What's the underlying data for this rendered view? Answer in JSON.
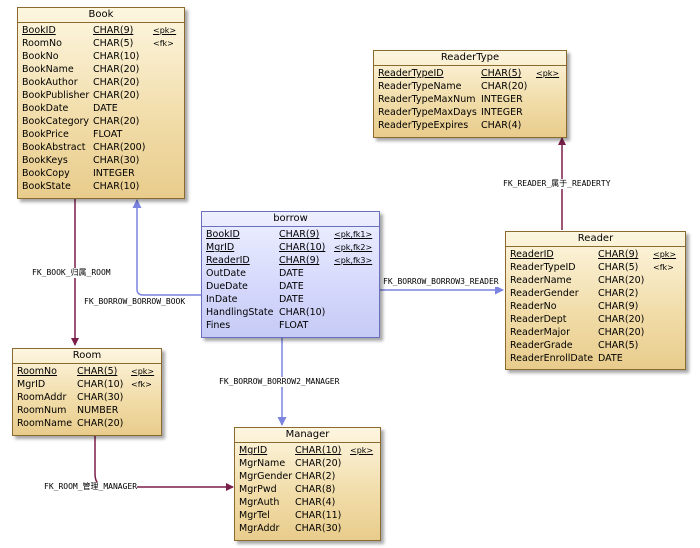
{
  "entities": {
    "book": {
      "title": "Book",
      "rows": [
        {
          "name": "BookID",
          "type": "CHAR(9)",
          "key": "<pk>",
          "pk": true
        },
        {
          "name": "RoomNo",
          "type": "CHAR(5)",
          "key": "<fk>",
          "pk": false
        },
        {
          "name": "BookNo",
          "type": "CHAR(10)",
          "key": "",
          "pk": false
        },
        {
          "name": "BookName",
          "type": "CHAR(20)",
          "key": "",
          "pk": false
        },
        {
          "name": "BookAuthor",
          "type": "CHAR(20)",
          "key": "",
          "pk": false
        },
        {
          "name": "BookPublisher",
          "type": "CHAR(20)",
          "key": "",
          "pk": false
        },
        {
          "name": "BookDate",
          "type": "DATE",
          "key": "",
          "pk": false
        },
        {
          "name": "BookCategory",
          "type": "CHAR(20)",
          "key": "",
          "pk": false
        },
        {
          "name": "BookPrice",
          "type": "FLOAT",
          "key": "",
          "pk": false
        },
        {
          "name": "BookAbstract",
          "type": "CHAR(200)",
          "key": "",
          "pk": false
        },
        {
          "name": "BookKeys",
          "type": "CHAR(30)",
          "key": "",
          "pk": false
        },
        {
          "name": "BookCopy",
          "type": "INTEGER",
          "key": "",
          "pk": false
        },
        {
          "name": "BookState",
          "type": "CHAR(10)",
          "key": "",
          "pk": false
        }
      ]
    },
    "reader_type": {
      "title": "ReaderType",
      "rows": [
        {
          "name": "ReaderTypeID",
          "type": "CHAR(5)",
          "key": "<pk>",
          "pk": true
        },
        {
          "name": "ReaderTypeName",
          "type": "CHAR(20)",
          "key": "",
          "pk": false
        },
        {
          "name": "ReaderTypeMaxNum",
          "type": "INTEGER",
          "key": "",
          "pk": false
        },
        {
          "name": "ReaderTypeMaxDays",
          "type": "INTEGER",
          "key": "",
          "pk": false
        },
        {
          "name": "ReaderTypeExpires",
          "type": "CHAR(4)",
          "key": "",
          "pk": false
        }
      ]
    },
    "borrow": {
      "title": "borrow",
      "rows": [
        {
          "name": "BookID",
          "type": "CHAR(9)",
          "key": "<pk,fk1>",
          "pk": true
        },
        {
          "name": "MgrID",
          "type": "CHAR(10)",
          "key": "<pk,fk2>",
          "pk": true
        },
        {
          "name": "ReaderID",
          "type": "CHAR(9)",
          "key": "<pk,fk3>",
          "pk": true
        },
        {
          "name": "OutDate",
          "type": "DATE",
          "key": "",
          "pk": false
        },
        {
          "name": "DueDate",
          "type": "DATE",
          "key": "",
          "pk": false
        },
        {
          "name": "InDate",
          "type": "DATE",
          "key": "",
          "pk": false
        },
        {
          "name": "HandlingState",
          "type": "CHAR(10)",
          "key": "",
          "pk": false
        },
        {
          "name": "Fines",
          "type": "FLOAT",
          "key": "",
          "pk": false
        }
      ]
    },
    "reader": {
      "title": "Reader",
      "rows": [
        {
          "name": "ReaderID",
          "type": "CHAR(9)",
          "key": "<pk>",
          "pk": true
        },
        {
          "name": "ReaderTypeID",
          "type": "CHAR(5)",
          "key": "<fk>",
          "pk": false
        },
        {
          "name": "ReaderName",
          "type": "CHAR(20)",
          "key": "",
          "pk": false
        },
        {
          "name": "ReaderGender",
          "type": "CHAR(2)",
          "key": "",
          "pk": false
        },
        {
          "name": "ReaderNo",
          "type": "CHAR(9)",
          "key": "",
          "pk": false
        },
        {
          "name": "ReaderDept",
          "type": "CHAR(20)",
          "key": "",
          "pk": false
        },
        {
          "name": "ReaderMajor",
          "type": "CHAR(20)",
          "key": "",
          "pk": false
        },
        {
          "name": "ReaderGrade",
          "type": "CHAR(5)",
          "key": "",
          "pk": false
        },
        {
          "name": "ReaderEnrollDate",
          "type": "DATE",
          "key": "",
          "pk": false
        }
      ]
    },
    "room": {
      "title": "Room",
      "rows": [
        {
          "name": "RoomNo",
          "type": "CHAR(5)",
          "key": "<pk>",
          "pk": true
        },
        {
          "name": "MgrID",
          "type": "CHAR(10)",
          "key": "<fk>",
          "pk": false
        },
        {
          "name": "RoomAddr",
          "type": "CHAR(30)",
          "key": "",
          "pk": false
        },
        {
          "name": "RoomNum",
          "type": "NUMBER",
          "key": "",
          "pk": false
        },
        {
          "name": "RoomName",
          "type": "CHAR(20)",
          "key": "",
          "pk": false
        }
      ]
    },
    "manager": {
      "title": "Manager",
      "rows": [
        {
          "name": "MgrID",
          "type": "CHAR(10)",
          "key": "<pk>",
          "pk": true
        },
        {
          "name": "MgrName",
          "type": "CHAR(20)",
          "key": "",
          "pk": false
        },
        {
          "name": "MgrGender",
          "type": "CHAR(2)",
          "key": "",
          "pk": false
        },
        {
          "name": "MgrPwd",
          "type": "CHAR(8)",
          "key": "",
          "pk": false
        },
        {
          "name": "MgrAuth",
          "type": "CHAR(4)",
          "key": "",
          "pk": false
        },
        {
          "name": "MgrTel",
          "type": "CHAR(11)",
          "key": "",
          "pk": false
        },
        {
          "name": "MgrAddr",
          "type": "CHAR(30)",
          "key": "",
          "pk": false
        }
      ]
    }
  },
  "relationships": {
    "book_room": "FK_BOOK_归属_ROOM",
    "borrow_book": "FK_BORROW_BORROW_BOOK",
    "borrow_reader": "FK_BORROW_BORROW3_READER",
    "borrow_manager": "FK_BORROW_BORROW2_MANAGER",
    "reader_readertype": "FK_READER_属于_READERTY",
    "room_manager": "FK_ROOM_管理_MANAGER"
  },
  "colors": {
    "fk_line": "#7a1f4a",
    "borrow_line": "#7b84e0",
    "entity_fill": "#f1dca8",
    "borrow_fill": "#d5d8fb"
  }
}
